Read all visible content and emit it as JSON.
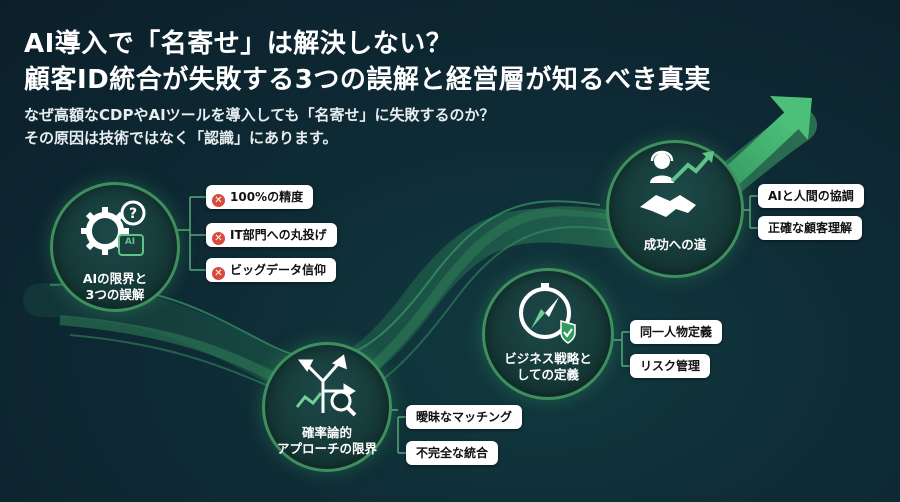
{
  "title_lines": [
    "AI導入で「名寄せ」は解決しない？",
    "顧客ID統合が失敗する3つの誤解と経営層が知るべき真実"
  ],
  "subtitle_lines": [
    "なぜ高額なCDPやAIツールを導入しても「名寄せ」に失敗するのか？",
    "その原因は技術ではなく「認識」にあります。"
  ],
  "colors": {
    "accent": "#3f8f5e",
    "arrow": "#3fae6a",
    "error": "#d84a3a",
    "background": "#0e2b35"
  },
  "nodes": {
    "ai_limits": {
      "label": "AIの限界と\n3つの誤解",
      "icon": "gear-question-ai-icon",
      "icon_badge": "AI",
      "items": [
        "100%の精度",
        "IT部門への丸投げ",
        "ビッグデータ信仰"
      ]
    },
    "probabilistic": {
      "label": "確率論的\nアプローチの限界",
      "icon": "branching-arrows-magnifier-icon",
      "items": [
        "曖昧なマッチング",
        "不完全な統合"
      ]
    },
    "business_strategy": {
      "label": "ビジネス戦略と\nしての定義",
      "icon": "compass-shield-icon",
      "items": [
        "同一人物定義",
        "リスク管理"
      ]
    },
    "success": {
      "label": "成功への道",
      "icon": "handshake-headset-growth-icon",
      "items": [
        "AIと人間の協調",
        "正確な顧客理解"
      ]
    }
  }
}
